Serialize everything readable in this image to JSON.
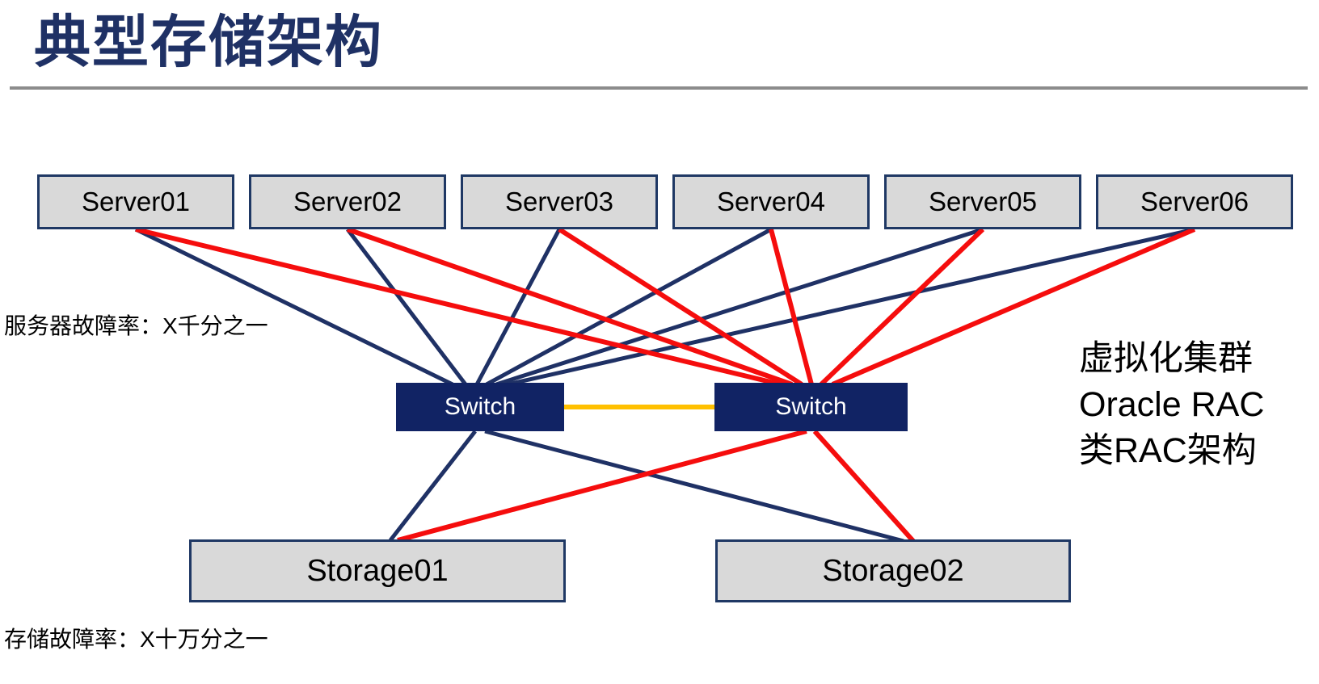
{
  "title": "典型存储架构",
  "labels": {
    "server_failure_rate": "服务器故障率：X千分之一",
    "storage_failure_rate": "存储故障率：X十万分之一"
  },
  "side_note": {
    "line1": "虚拟化集群",
    "line2": "Oracle RAC",
    "line3": "类RAC架构"
  },
  "servers": [
    {
      "label": "Server01"
    },
    {
      "label": "Server02"
    },
    {
      "label": "Server03"
    },
    {
      "label": "Server04"
    },
    {
      "label": "Server05"
    },
    {
      "label": "Server06"
    }
  ],
  "switches": [
    {
      "label": "Switch"
    },
    {
      "label": "Switch"
    }
  ],
  "storages": [
    {
      "label": "Storage01"
    },
    {
      "label": "Storage02"
    }
  ],
  "colors": {
    "title_navy": "#1F3165",
    "line_navy": "#1F3165",
    "line_red": "#F50D0D",
    "line_orange": "#FFC000",
    "box_fill_gray": "#D9D9D9",
    "box_border_navy": "#1F3864",
    "switch_fill_navy": "#112364",
    "text_black": "#000000",
    "rule_gray": "#8C8C8C"
  },
  "connections": {
    "links": [
      {
        "from": "Server01",
        "to": "Switch-left",
        "color": "navy"
      },
      {
        "from": "Server02",
        "to": "Switch-left",
        "color": "navy"
      },
      {
        "from": "Server03",
        "to": "Switch-left",
        "color": "navy"
      },
      {
        "from": "Server04",
        "to": "Switch-left",
        "color": "navy"
      },
      {
        "from": "Server05",
        "to": "Switch-left",
        "color": "navy"
      },
      {
        "from": "Server06",
        "to": "Switch-left",
        "color": "navy"
      },
      {
        "from": "Server01",
        "to": "Switch-right",
        "color": "red"
      },
      {
        "from": "Server02",
        "to": "Switch-right",
        "color": "red"
      },
      {
        "from": "Server03",
        "to": "Switch-right",
        "color": "red"
      },
      {
        "from": "Server04",
        "to": "Switch-right",
        "color": "red"
      },
      {
        "from": "Server05",
        "to": "Switch-right",
        "color": "red"
      },
      {
        "from": "Server06",
        "to": "Switch-right",
        "color": "red"
      },
      {
        "from": "Switch-left",
        "to": "Storage01",
        "color": "navy"
      },
      {
        "from": "Switch-left",
        "to": "Storage02",
        "color": "navy"
      },
      {
        "from": "Switch-right",
        "to": "Storage01",
        "color": "red"
      },
      {
        "from": "Switch-right",
        "to": "Storage02",
        "color": "red"
      },
      {
        "from": "Switch-left",
        "to": "Switch-right",
        "color": "orange"
      }
    ]
  }
}
